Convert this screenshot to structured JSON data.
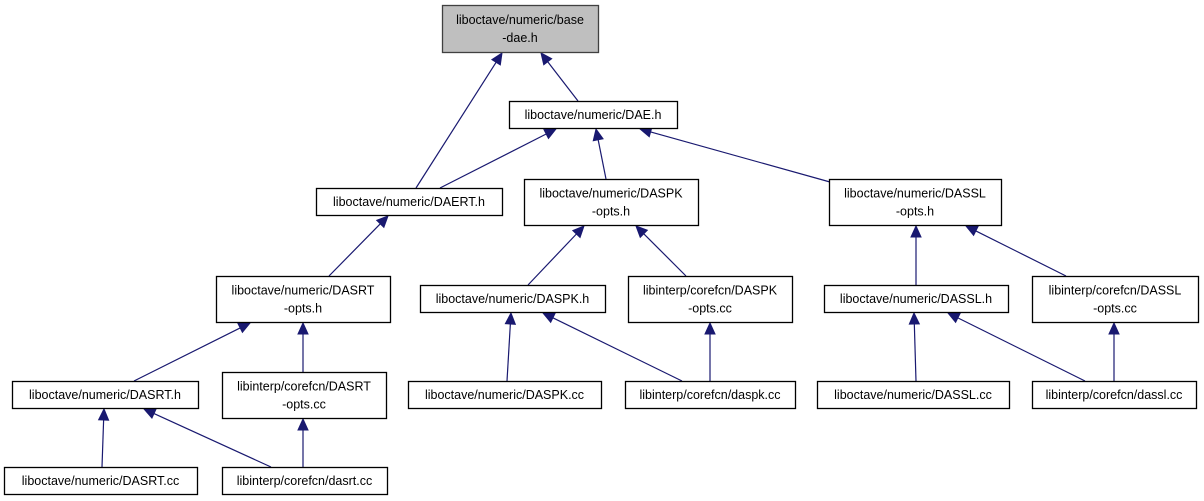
{
  "diagram": {
    "type": "include-dependency-graph",
    "colors": {
      "edge": "#191970",
      "root_fill": "#bfbfbf",
      "node_fill": "#ffffff",
      "border": "#000000"
    },
    "nodes": [
      {
        "id": "base_dae_h",
        "lines": [
          "liboctave/numeric/base",
          "-dae.h"
        ],
        "root": true
      },
      {
        "id": "dae_h",
        "lines": [
          "liboctave/numeric/DAE.h"
        ]
      },
      {
        "id": "daert_h",
        "lines": [
          "liboctave/numeric/DAERT.h"
        ]
      },
      {
        "id": "daspk_opts_h",
        "lines": [
          "liboctave/numeric/DASPK",
          "-opts.h"
        ]
      },
      {
        "id": "dassl_opts_h",
        "lines": [
          "liboctave/numeric/DASSL",
          "-opts.h"
        ]
      },
      {
        "id": "dasrt_opts_h",
        "lines": [
          "liboctave/numeric/DASRT",
          "-opts.h"
        ]
      },
      {
        "id": "daspk_h",
        "lines": [
          "liboctave/numeric/DASPK.h"
        ]
      },
      {
        "id": "daspk_opts_cc",
        "lines": [
          "libinterp/corefcn/DASPK",
          "-opts.cc"
        ]
      },
      {
        "id": "dassl_h",
        "lines": [
          "liboctave/numeric/DASSL.h"
        ]
      },
      {
        "id": "dassl_opts_cc",
        "lines": [
          "libinterp/corefcn/DASSL",
          "-opts.cc"
        ]
      },
      {
        "id": "dasrt_h",
        "lines": [
          "liboctave/numeric/DASRT.h"
        ]
      },
      {
        "id": "dasrt_opts_cc",
        "lines": [
          "libinterp/corefcn/DASRT",
          "-opts.cc"
        ]
      },
      {
        "id": "daspk_cc",
        "lines": [
          "liboctave/numeric/DASPK.cc"
        ]
      },
      {
        "id": "daspk_cc_interp",
        "lines": [
          "libinterp/corefcn/daspk.cc"
        ]
      },
      {
        "id": "dassl_cc",
        "lines": [
          "liboctave/numeric/DASSL.cc"
        ]
      },
      {
        "id": "dassl_cc_interp",
        "lines": [
          "libinterp/corefcn/dassl.cc"
        ]
      },
      {
        "id": "dasrt_cc",
        "lines": [
          "liboctave/numeric/DASRT.cc"
        ]
      },
      {
        "id": "dasrt_cc_interp",
        "lines": [
          "libinterp/corefcn/dasrt.cc"
        ]
      }
    ],
    "edges": [
      {
        "from": "dae_h",
        "to": "base_dae_h"
      },
      {
        "from": "daert_h",
        "to": "base_dae_h"
      },
      {
        "from": "daert_h",
        "to": "dae_h"
      },
      {
        "from": "daspk_opts_h",
        "to": "dae_h"
      },
      {
        "from": "dassl_opts_h",
        "to": "dae_h"
      },
      {
        "from": "dasrt_opts_h",
        "to": "daert_h"
      },
      {
        "from": "daspk_h",
        "to": "daspk_opts_h"
      },
      {
        "from": "daspk_opts_cc",
        "to": "daspk_opts_h"
      },
      {
        "from": "dassl_h",
        "to": "dassl_opts_h"
      },
      {
        "from": "dassl_opts_cc",
        "to": "dassl_opts_h"
      },
      {
        "from": "dasrt_h",
        "to": "dasrt_opts_h"
      },
      {
        "from": "dasrt_opts_cc",
        "to": "dasrt_opts_h"
      },
      {
        "from": "daspk_cc",
        "to": "daspk_h"
      },
      {
        "from": "daspk_cc_interp",
        "to": "daspk_h"
      },
      {
        "from": "daspk_cc_interp",
        "to": "daspk_opts_cc"
      },
      {
        "from": "dassl_cc",
        "to": "dassl_h"
      },
      {
        "from": "dassl_cc_interp",
        "to": "dassl_h"
      },
      {
        "from": "dassl_cc_interp",
        "to": "dassl_opts_cc"
      },
      {
        "from": "dasrt_cc",
        "to": "dasrt_h"
      },
      {
        "from": "dasrt_cc_interp",
        "to": "dasrt_h"
      },
      {
        "from": "dasrt_cc_interp",
        "to": "dasrt_opts_cc"
      }
    ]
  }
}
